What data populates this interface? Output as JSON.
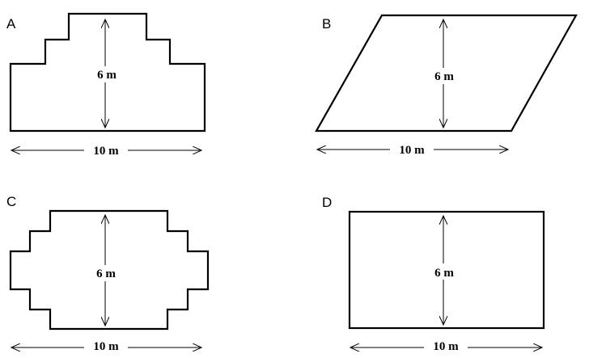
{
  "figures": [
    {
      "id": "A",
      "letter": "A",
      "height_label": "6 m",
      "width_label": "10 m"
    },
    {
      "id": "B",
      "letter": "B",
      "height_label": "6 m",
      "width_label": "10 m"
    },
    {
      "id": "C",
      "letter": "C",
      "height_label": "6 m",
      "width_label": "10 m"
    },
    {
      "id": "D",
      "letter": "D",
      "height_label": "6 m",
      "width_label": "10 m"
    }
  ]
}
